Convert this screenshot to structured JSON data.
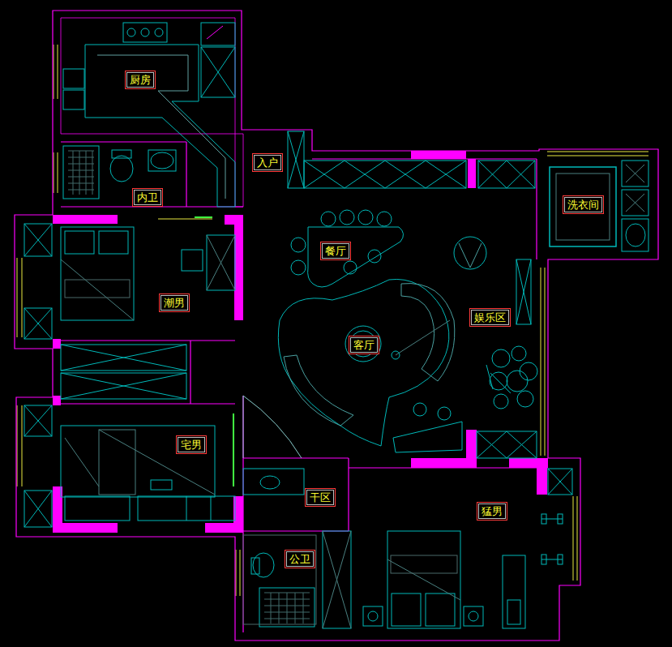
{
  "diagram": {
    "nodes": [
      {
        "text": [
          "厨房"
        ]
      },
      {
        "text": [
          "入户"
        ]
      },
      {
        "text": [
          "内卫"
        ]
      },
      {
        "text": [
          "洗衣间"
        ]
      },
      {
        "text": [
          "餐厅"
        ]
      },
      {
        "text": [
          "潮男"
        ]
      },
      {
        "text": [
          "娱乐区"
        ]
      },
      {
        "text": [
          "客厅"
        ]
      },
      {
        "text": [
          "宅男"
        ]
      },
      {
        "text": [
          "干区"
        ]
      },
      {
        "text": [
          "猛男"
        ]
      },
      {
        "text": [
          "公卫"
        ]
      }
    ]
  }
}
